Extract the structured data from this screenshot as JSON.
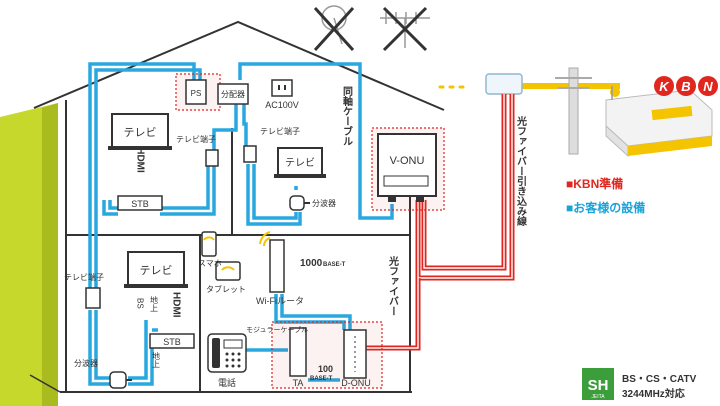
{
  "house": {
    "devices": {
      "tv_upper": "テレビ",
      "tv_right": "テレビ",
      "tv_lower": "テレビ",
      "stb_upper": "STB",
      "stb_lower": "STB",
      "ps": "PS",
      "splitter": "分配器",
      "outlet": "AC100V",
      "v_onu": "V-ONU",
      "phone": "電話",
      "ta": "TA",
      "d_onu": "D-ONU"
    },
    "labels": {
      "tv_terminal_left_top": "テレビ端子",
      "tv_terminal_right_top": "テレビ端子",
      "tv_terminal_lower": "テレビ端子",
      "hdmi_upper": "HDMI",
      "hdmi_lower": "HDMI",
      "coax": "同軸ケーブル",
      "bunpaki_right": "分波器",
      "bunpaki_lower": "分波器",
      "smartphone": "スマホ",
      "tablet": "タブレット",
      "wifi_router": "Wi-Fiルータ",
      "base_1000": "1000",
      "base_1000_sub": "BASE-T",
      "optical_fiber": "光ファイバー",
      "modular_cable": "モジュラーケーブル",
      "base_100": "100",
      "base_100_sub": "BASE-T",
      "bs": "BS",
      "chijo_1": "地上",
      "chijo_2": "地上"
    }
  },
  "outside": {
    "fiber_lead_in": "光ファイバー引き込み線"
  },
  "legend": {
    "kbn": "■KBN準備",
    "customer": "■お客様の設備",
    "kbn_color": "#e0261f",
    "customer_color": "#1aa3d9"
  },
  "badge": {
    "logo_text": "SH",
    "logo_sub": "JEITA",
    "line1": "BS・CS・CATV",
    "line2": "3244MHz対応"
  },
  "building_sign": [
    "K",
    "B",
    "N"
  ],
  "colors": {
    "cable_blue": "#29a8e0",
    "cable_red": "#e0261f",
    "cable_yellow": "#f5c400",
    "wall_green": "#c7d82d",
    "house_line": "#333333"
  }
}
